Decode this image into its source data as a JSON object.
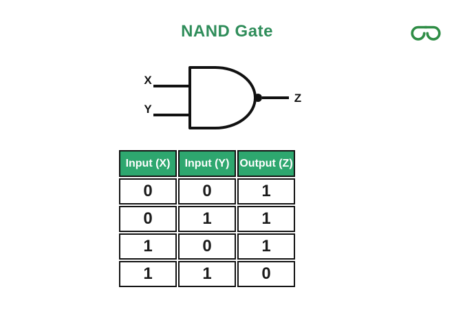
{
  "header": {
    "title": "NAND Gate",
    "title_color": "#2f8d5a"
  },
  "logo": {
    "name": "geeksforgeeks-logo",
    "color": "#2f8d46"
  },
  "diagram": {
    "gate_type": "NAND",
    "input_labels": {
      "x": "X",
      "y": "Y"
    },
    "output_label": "Z",
    "stroke_color": "#111111"
  },
  "truth_table": {
    "headers": [
      "Input (X)",
      "Input (Y)",
      "Output (Z)"
    ],
    "rows": [
      [
        "0",
        "0",
        "1"
      ],
      [
        "0",
        "1",
        "1"
      ],
      [
        "1",
        "0",
        "1"
      ],
      [
        "1",
        "1",
        "0"
      ]
    ],
    "header_bg": "#2ea76f",
    "header_text_color": "#ffffff",
    "border_color": "#111111"
  }
}
